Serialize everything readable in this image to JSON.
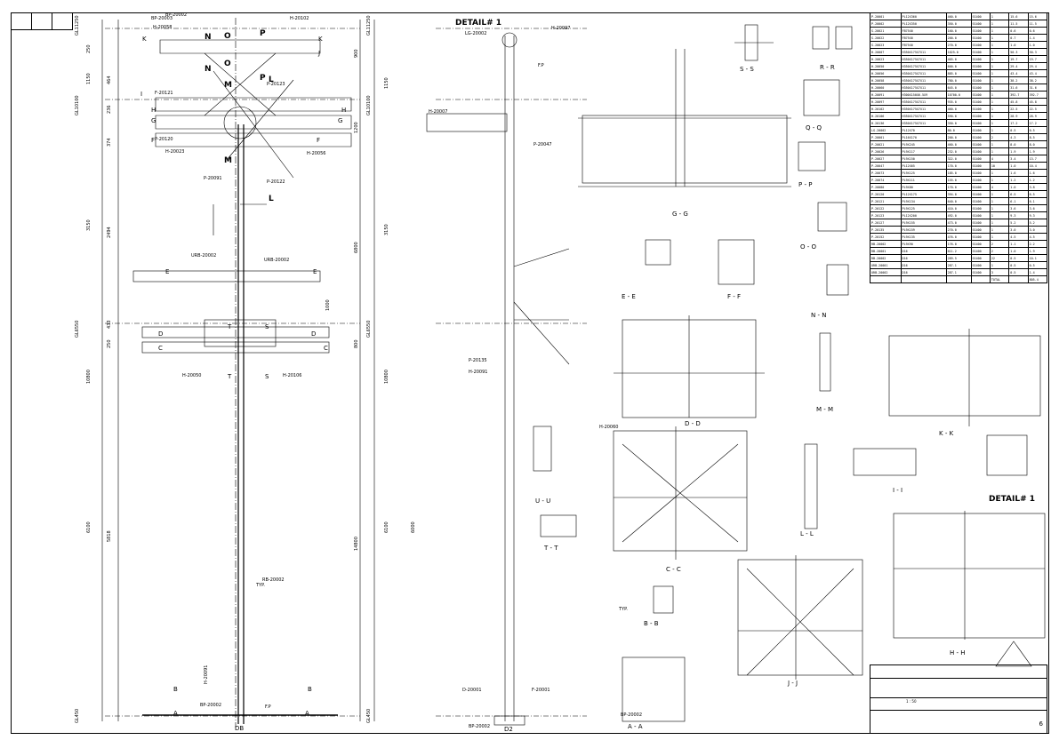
{
  "top_strip": [
    "",
    "",
    ""
  ],
  "views": {
    "sections_main": [
      "K",
      "N",
      "O",
      "P",
      "K",
      "J",
      "N",
      "O",
      "M",
      "P",
      "L",
      "I",
      "H",
      "G",
      "G",
      "H",
      "F",
      "F",
      "M",
      "L",
      "E",
      "E",
      "D",
      "D",
      "T",
      "S",
      "C",
      "C",
      "T",
      "S",
      "B",
      "B",
      "A",
      "A"
    ],
    "grid_left": [
      "GL11250",
      "GL10100",
      "GL6550",
      "GL450"
    ],
    "grid_mid": [
      "GL11250",
      "GL10100",
      "GL6550",
      "GL450"
    ],
    "dims_left_vertical": [
      "250",
      "1150",
      "464",
      "236",
      "374",
      "3150",
      "2494",
      "433",
      "250",
      "10800",
      "6100",
      "5818"
    ],
    "dims_right_vertical": [
      "900",
      "1150",
      "1200",
      "6800",
      "3150",
      "1000",
      "800",
      "10800",
      "14800",
      "6100",
      "6000"
    ],
    "bottom_tags": [
      "DB",
      "D2",
      "BP-20002",
      "BP-20002"
    ],
    "detail1_title": "DETAIL# 1",
    "detail1_bottom_title": "DETAIL# 1"
  },
  "callouts": {
    "main": [
      "BP-20003",
      "H-20058",
      "H-20102",
      "F-20121",
      "P-20123",
      "P-20120",
      "H-20023",
      "H-20056",
      "P-20091",
      "URB-20002",
      "URB-20002",
      "H-20050",
      "H-20106",
      "RB-20002",
      "BP-20002",
      "H-20091",
      "P-20122"
    ],
    "detail": [
      "LG-20002",
      "H-20097",
      "H-20007",
      "P-20047",
      "P-20135",
      "H-20091",
      "D-20001",
      "F-20001",
      "BP-20002",
      "H-20060"
    ],
    "typ": [
      "TYP.",
      "TYP.",
      "F.P",
      "F.P"
    ]
  },
  "section_views": {
    "S-S": "S - S",
    "R-R": "R - R",
    "Q-Q": "Q - Q",
    "P-P": "P - P",
    "G-G": "G - G",
    "E-E": "E - E",
    "F-F": "F - F",
    "O-O": "O - O",
    "N-N": "N - N",
    "D-D": "D - D",
    "M-M": "M - M",
    "K-K": "K - K",
    "U-U": "U - U",
    "T-T": "T - T",
    "C-C": "C - C",
    "L-L": "L - L",
    "I-I": "I - I",
    "H-H": "H - H",
    "B-B": "B - B",
    "J-J": "J - J",
    "A-A": "A - A"
  },
  "bom": {
    "rows": [
      [
        "P-20001",
        "PL12X360",
        "460.0",
        "SS400",
        "1",
        "15.6",
        "15.6"
      ],
      [
        "P-20002",
        "PL12X350",
        "350.0",
        "SS400",
        "1",
        "11.5",
        "11.5"
      ],
      [
        "S-20021",
        "FB75X6",
        "160.0",
        "SS400",
        "1",
        "0.6",
        "0.6"
      ],
      [
        "S-20022",
        "FB75X6",
        "200.0",
        "SS400",
        "1",
        "0.7",
        "1.4"
      ],
      [
        "S-20023",
        "FB75X6",
        "270.0",
        "SS400",
        "1",
        "1.0",
        "1.0"
      ],
      [
        "H-20007",
        "H350X175X7X11",
        "1025.0",
        "SS400",
        "1",
        "50.3",
        "50.3"
      ],
      [
        "H-20023",
        "H350X175X7X11",
        "465.0",
        "SS400",
        "1",
        "19.7",
        "19.7"
      ],
      [
        "H-20050",
        "H350X175X7X11",
        "600.0",
        "SS400",
        "1",
        "29.4",
        "29.4"
      ],
      [
        "H-20056",
        "H350X175X7X11",
        "885.0",
        "SS400",
        "1",
        "43.4",
        "43.4"
      ],
      [
        "H-20058",
        "H350X175X7X11",
        "780.0",
        "SS400",
        "1",
        "38.2",
        "38.2"
      ],
      [
        "H-20060",
        "H350X175X7X11",
        "645.0",
        "SS400",
        "1",
        "31.6",
        "31.6"
      ],
      [
        "H-20091",
        "H300X150X6.5X9",
        "10700.0",
        "SS400",
        "1",
        "392.7",
        "392.7"
      ],
      [
        "H-20097",
        "H350X175X7X11",
        "935.0",
        "SS400",
        "1",
        "45.8",
        "45.8"
      ],
      [
        "H-20102",
        "H350X175X7X11",
        "460.0",
        "SS400",
        "1",
        "22.5",
        "22.5"
      ],
      [
        "H-20106",
        "H350X175X7X11",
        "590.0",
        "SS400",
        "1",
        "28.9",
        "28.9"
      ],
      [
        "H-20136",
        "H350X175X7X11",
        "350.0",
        "SS400",
        "1",
        "17.2",
        "17.2"
      ],
      [
        "LG-20002",
        "PL12X70",
        "80.0",
        "SS400",
        "1",
        "0.5",
        "0.5"
      ],
      [
        "P-20001",
        "PL16X170",
        "200.0",
        "SS400",
        "2",
        "4.3",
        "8.5"
      ],
      [
        "P-20021",
        "PL9X245",
        "460.0",
        "SS400",
        "1",
        "8.0",
        "8.0"
      ],
      [
        "P-20026",
        "PL9X117",
        "232.0",
        "SS400",
        "1",
        "1.9",
        "1.9"
      ],
      [
        "P-20027",
        "PL9X150",
        "322.0",
        "SS400",
        "4",
        "3.4",
        "13.7"
      ],
      [
        "P-20047",
        "PL12X65",
        "170.0",
        "SS400",
        "10",
        "1.0",
        "10.4"
      ],
      [
        "P-20073",
        "PL9X125",
        "185.0",
        "SS400",
        "1",
        "1.6",
        "1.6"
      ],
      [
        "P-20074",
        "PL9X111",
        "155.0",
        "SS400",
        "1",
        "1.2",
        "1.2"
      ],
      [
        "P-20080",
        "PL9X80",
        "170.0",
        "SS400",
        "4",
        "1.0",
        "3.8"
      ],
      [
        "P-20120",
        "PL12X175",
        "394.0",
        "SS400",
        "1",
        "6.5",
        "6.5"
      ],
      [
        "P-20121",
        "PL9X134",
        "640.0",
        "SS400",
        "1",
        "6.1",
        "6.1"
      ],
      [
        "P-20122",
        "PL9X125",
        "410.0",
        "SS400",
        "1",
        "3.6",
        "3.6"
      ],
      [
        "P-20123",
        "PL12X200",
        "492.0",
        "SS400",
        "1",
        "9.3",
        "9.3"
      ],
      [
        "P-20127",
        "PL9X155",
        "473.0",
        "SS400",
        "1",
        "5.2",
        "5.2"
      ],
      [
        "P-20135",
        "PL9X159",
        "270.0",
        "SS400",
        "1",
        "3.0",
        "3.0"
      ],
      [
        "P-20152",
        "PL9X135",
        "476.0",
        "SS400",
        "1",
        "4.5",
        "4.5"
      ],
      [
        "RB-20002",
        "PL9X90",
        "176.0",
        "SS400",
        "2",
        "1.1",
        "2.2"
      ],
      [
        "RB-20001",
        "D16",
        "611.2",
        "SS400",
        "2",
        "1.0",
        "1.9"
      ],
      [
        "RB-20002",
        "D16",
        "289.5",
        "SS400",
        "22",
        "0.5",
        "10.1"
      ],
      [
        "URB-20001",
        "D16",
        "287.1",
        "SS400",
        "1",
        "0.5",
        "0.5"
      ],
      [
        "URB-20002",
        "D16",
        "287.1",
        "SS400",
        "3",
        "0.5",
        "1.4"
      ]
    ],
    "total_label": "TOTAL",
    "total_weight": "805.4"
  },
  "title_block": {
    "scale": "1 : 50",
    "sheet": "6",
    "drawing_no": "",
    "project_line": ""
  }
}
